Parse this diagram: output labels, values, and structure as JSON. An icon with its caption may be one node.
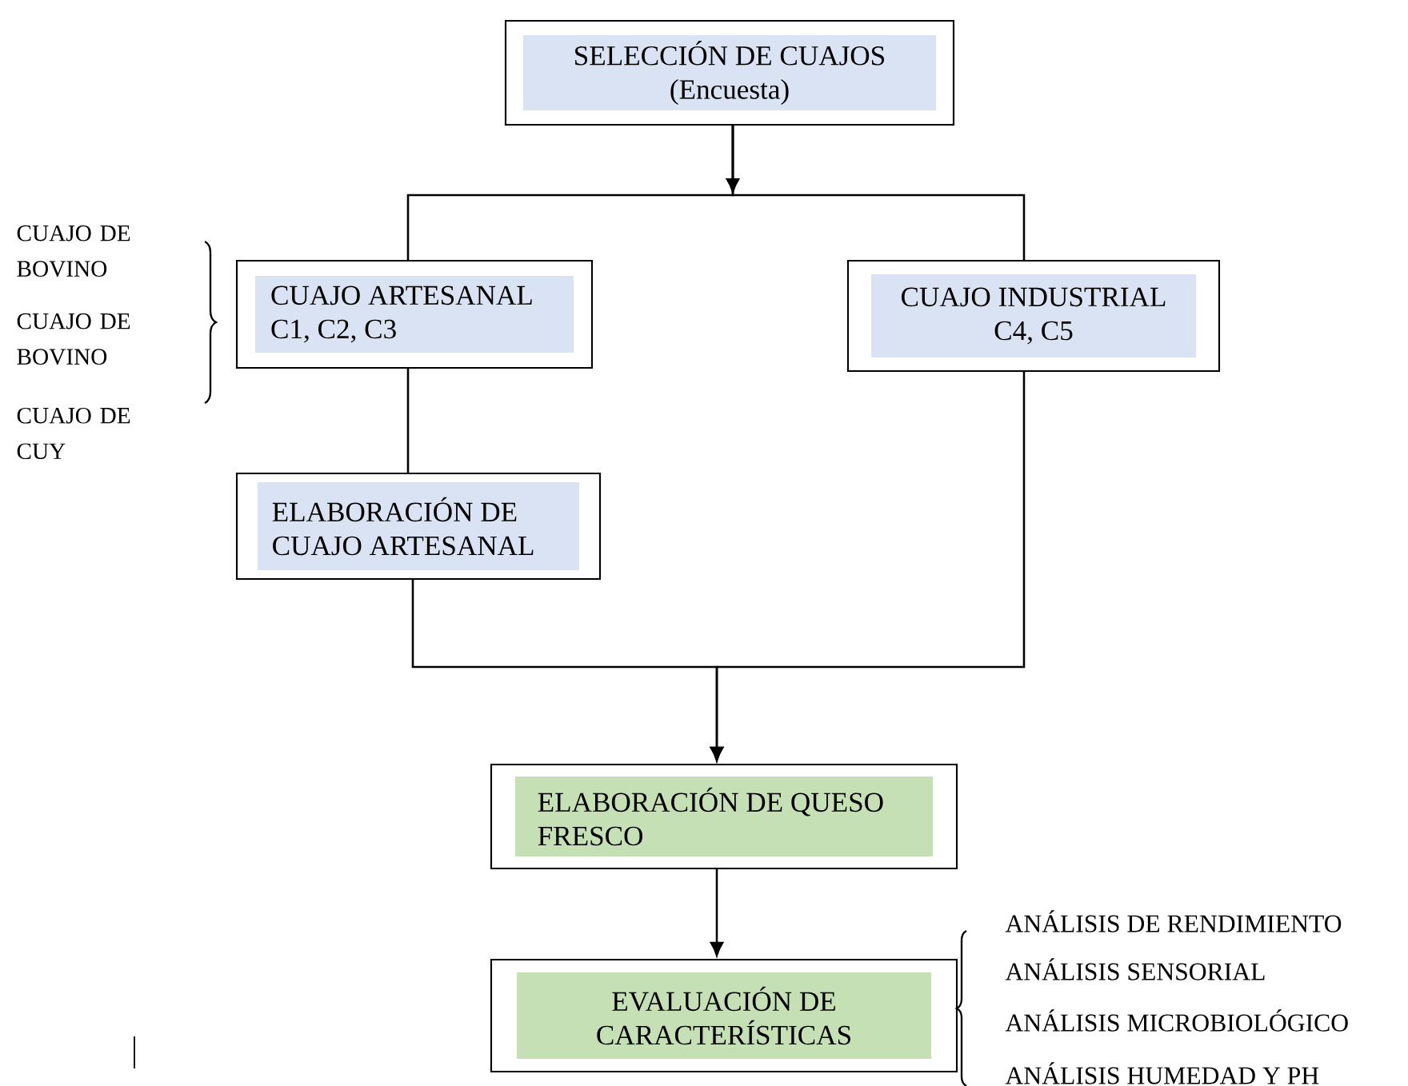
{
  "diagram": {
    "nodes": [
      {
        "text": [
          "SELECCIÓN DE CUAJOS (Encuesta)"
        ]
      },
      {
        "text": [
          "CUAJO ARTESANAL C1, C2, C3"
        ]
      },
      {
        "text": [
          "CUAJO INDUSTRIAL C4, C5"
        ]
      },
      {
        "text": [
          "ELABORACIÓN DE CUAJO ARTESANAL"
        ]
      },
      {
        "text": [
          "ELABORACIÓN DE QUESO FRESCO"
        ]
      },
      {
        "text": [
          "EVALUACIÓN DE CARACTERÍSTICAS"
        ]
      }
    ],
    "edges": [
      {
        "from": 0,
        "to": null,
        "arrow": "to"
      },
      {
        "from": 0,
        "to": 1,
        "arrow": "none"
      },
      {
        "from": 0,
        "to": 2,
        "arrow": "none"
      },
      {
        "from": 1,
        "to": 3,
        "arrow": "none"
      },
      {
        "from": 3,
        "to": 4,
        "arrow": "to"
      },
      {
        "from": 2,
        "to": 4,
        "arrow": "to"
      },
      {
        "from": 4,
        "to": 5,
        "arrow": "to"
      }
    ],
    "labels": [
      "CUAJO DE BOVINO",
      "CUAJO DE BOVINO",
      "CUAJO DE CUY",
      "ANÁLISIS DE RENDIMIENTO",
      "ANÁLISIS SENSORIAL",
      "ANÁLISIS MICROBIOLÓGICO",
      "ANÁLISIS HUMEDAD Y PH"
    ]
  }
}
